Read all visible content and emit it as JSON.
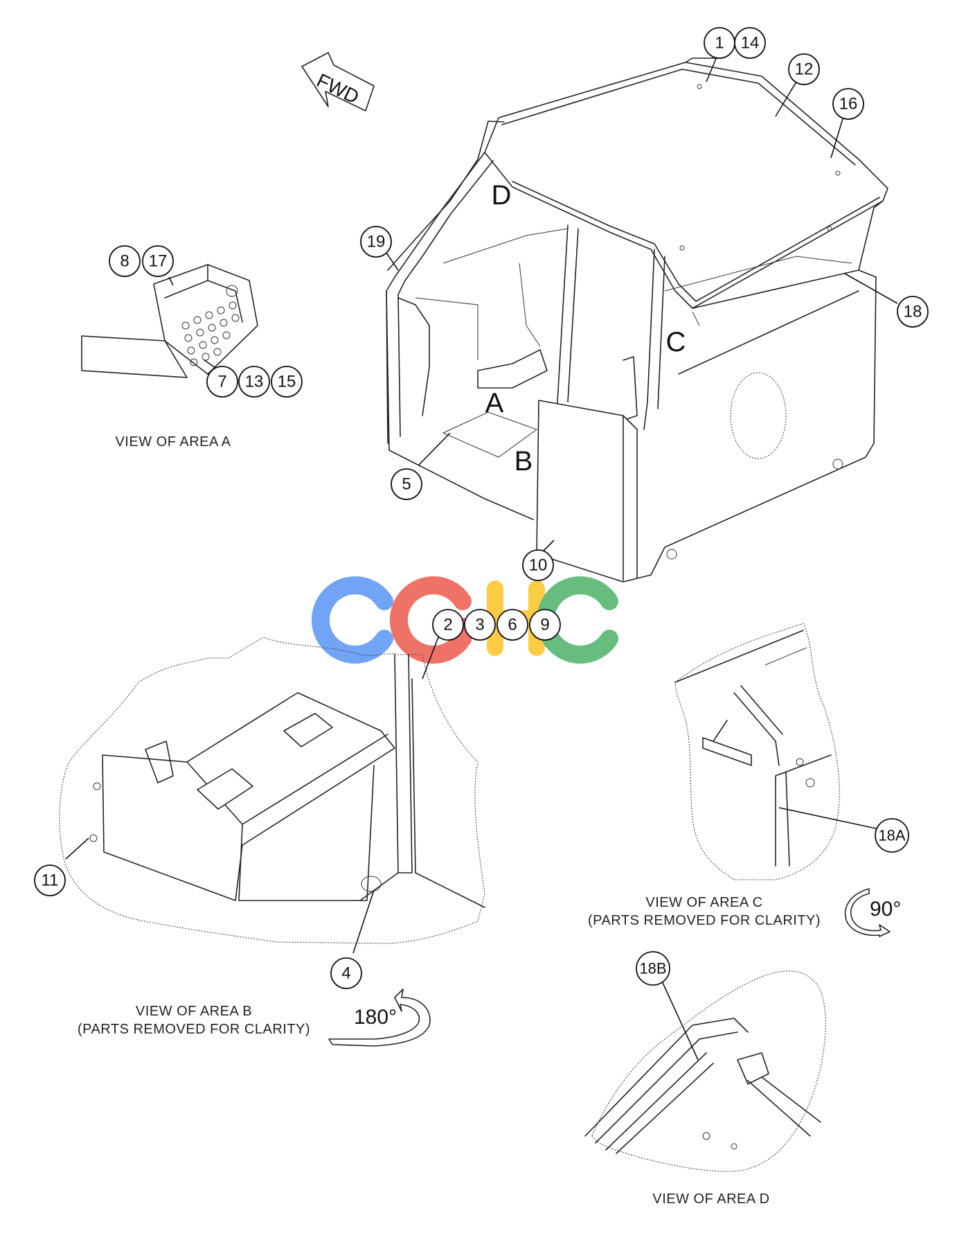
{
  "fwd_label": "FWD",
  "area_letters": {
    "a": "A",
    "b": "B",
    "c": "C",
    "d": "D"
  },
  "callouts": {
    "c1": "1",
    "c14": "14",
    "c12": "12",
    "c16": "16",
    "c19": "19",
    "c18": "18",
    "c8": "8",
    "c17": "17",
    "c7": "7",
    "c13": "13",
    "c15": "15",
    "c5": "5",
    "c10": "10",
    "c2": "2",
    "c3": "3",
    "c6": "6",
    "c9": "9",
    "c11": "11",
    "c4": "4",
    "c18a": "18A",
    "c18b": "18B"
  },
  "captions": {
    "area_a": "VIEW OF AREA A",
    "area_b_line1": "VIEW OF AREA B",
    "area_b_line2": "(PARTS REMOVED FOR CLARITY)",
    "area_c_line1": "VIEW OF AREA C",
    "area_c_line2": "(PARTS REMOVED FOR CLARITY)",
    "area_d": "VIEW OF AREA D"
  },
  "rotations": {
    "b": "180°",
    "c": "90°"
  },
  "watermark": {
    "text": "CGHC",
    "colors": [
      "#4285F4",
      "#EA4335",
      "#FBBC05",
      "#34A853"
    ]
  }
}
